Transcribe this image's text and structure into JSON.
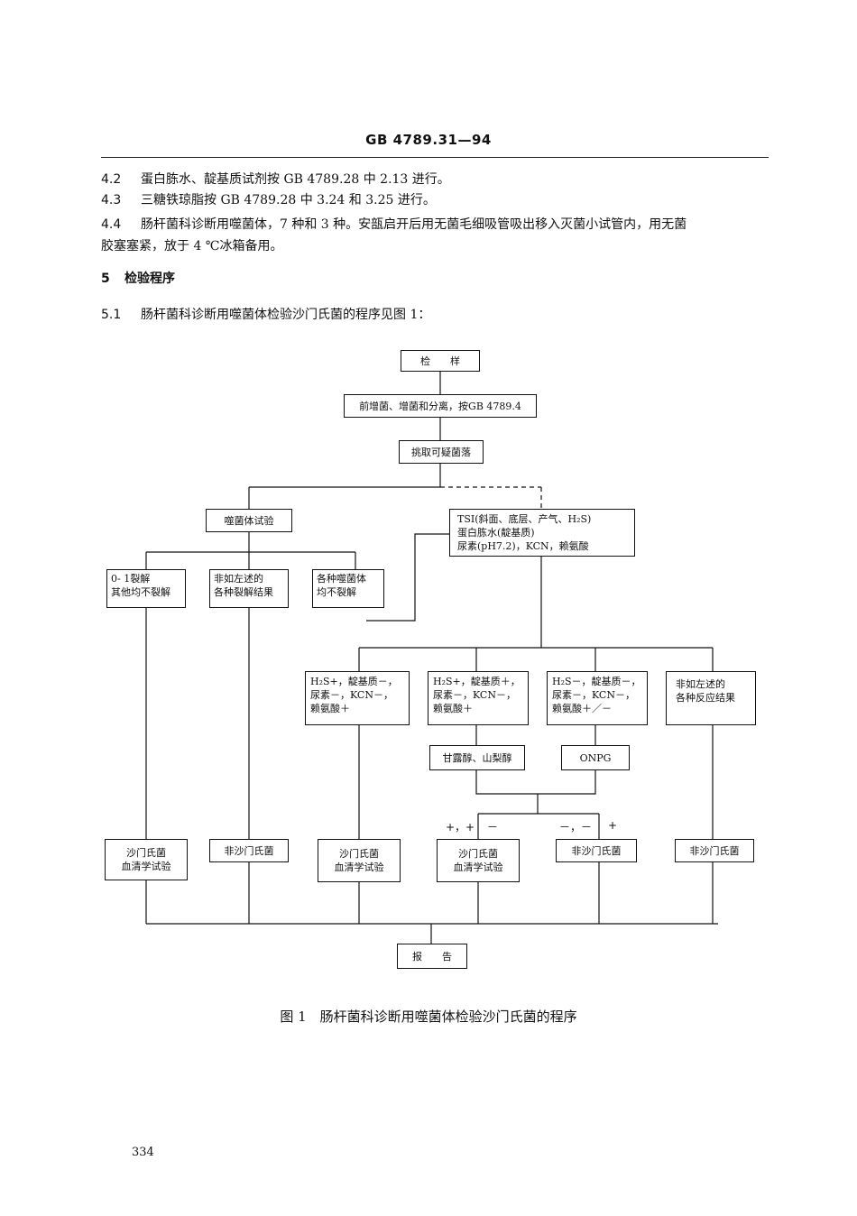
{
  "header": {
    "code": "GB 4789.31—94"
  },
  "paragraphs": [
    {
      "num": "4.2",
      "text": "蛋白胨水、靛基质试剂按 GB 4789.28 中 2.13 进行。"
    },
    {
      "num": "4.3",
      "text": "三糖铁琼脂按 GB 4789.28 中 3.24 和 3.25 进行。"
    },
    {
      "num": "4.4",
      "text": "肠杆菌科诊断用噬菌体，7 种和 3 种。安瓿启开后用无菌毛细吸管吸出移入灭菌小试管内，用无菌",
      "cont": "胶塞塞紧，放于 4 ℃冰箱备用。"
    }
  ],
  "section": {
    "num": "5",
    "title": "检验程序"
  },
  "sub": {
    "num": "5.1",
    "text": "肠杆菌科诊断用噬菌体检验沙门氏菌的程序见图 1："
  },
  "flow": {
    "sample": "检　　样",
    "pre": "前增菌、增菌和分离，按GB 4789.4",
    "pick": "挑取可疑菌落",
    "phage": "噬菌体试验",
    "tsi": [
      "TSI(斜面、底层、产气、H₂S)",
      "蛋白胨水(靛基质)",
      "尿素(pH7.2)，KCN，赖氨酸"
    ],
    "p1": [
      "0- 1裂解",
      "其他均不裂解"
    ],
    "p2": [
      "非如左述的",
      "各种裂解结果"
    ],
    "p3": [
      "各种噬菌体",
      "均不裂解"
    ],
    "r1": [
      "H₂S+，靛基质－，",
      "尿素－，KCN－，",
      "赖氨酸＋"
    ],
    "r2": [
      "H₂S+，靛基质＋，",
      "尿素－，KCN－，",
      "赖氨酸＋"
    ],
    "r3": [
      "H₂S－，靛基质－，",
      "尿素－，KCN－，",
      "赖氨酸＋／－"
    ],
    "r4": [
      "非如左述的",
      "各种反应结果"
    ],
    "mannitol": "甘露醇、山梨醇",
    "onpg": "ONPG",
    "lbl_pp": "+，+",
    "lbl_m": "－",
    "lbl_mm": "－，－",
    "lbl_p": "+",
    "o1": [
      "沙门氏菌",
      "血清学试验"
    ],
    "o2": "非沙门氏菌",
    "o3": [
      "沙门氏菌",
      "血清学试验"
    ],
    "o4": [
      "沙门氏菌",
      "血清学试验"
    ],
    "o5": "非沙门氏菌",
    "o6": "非沙门氏菌",
    "report": "报　　告"
  },
  "caption": "图 1　肠杆菌科诊断用噬菌体检验沙门氏菌的程序",
  "page_number": "334"
}
